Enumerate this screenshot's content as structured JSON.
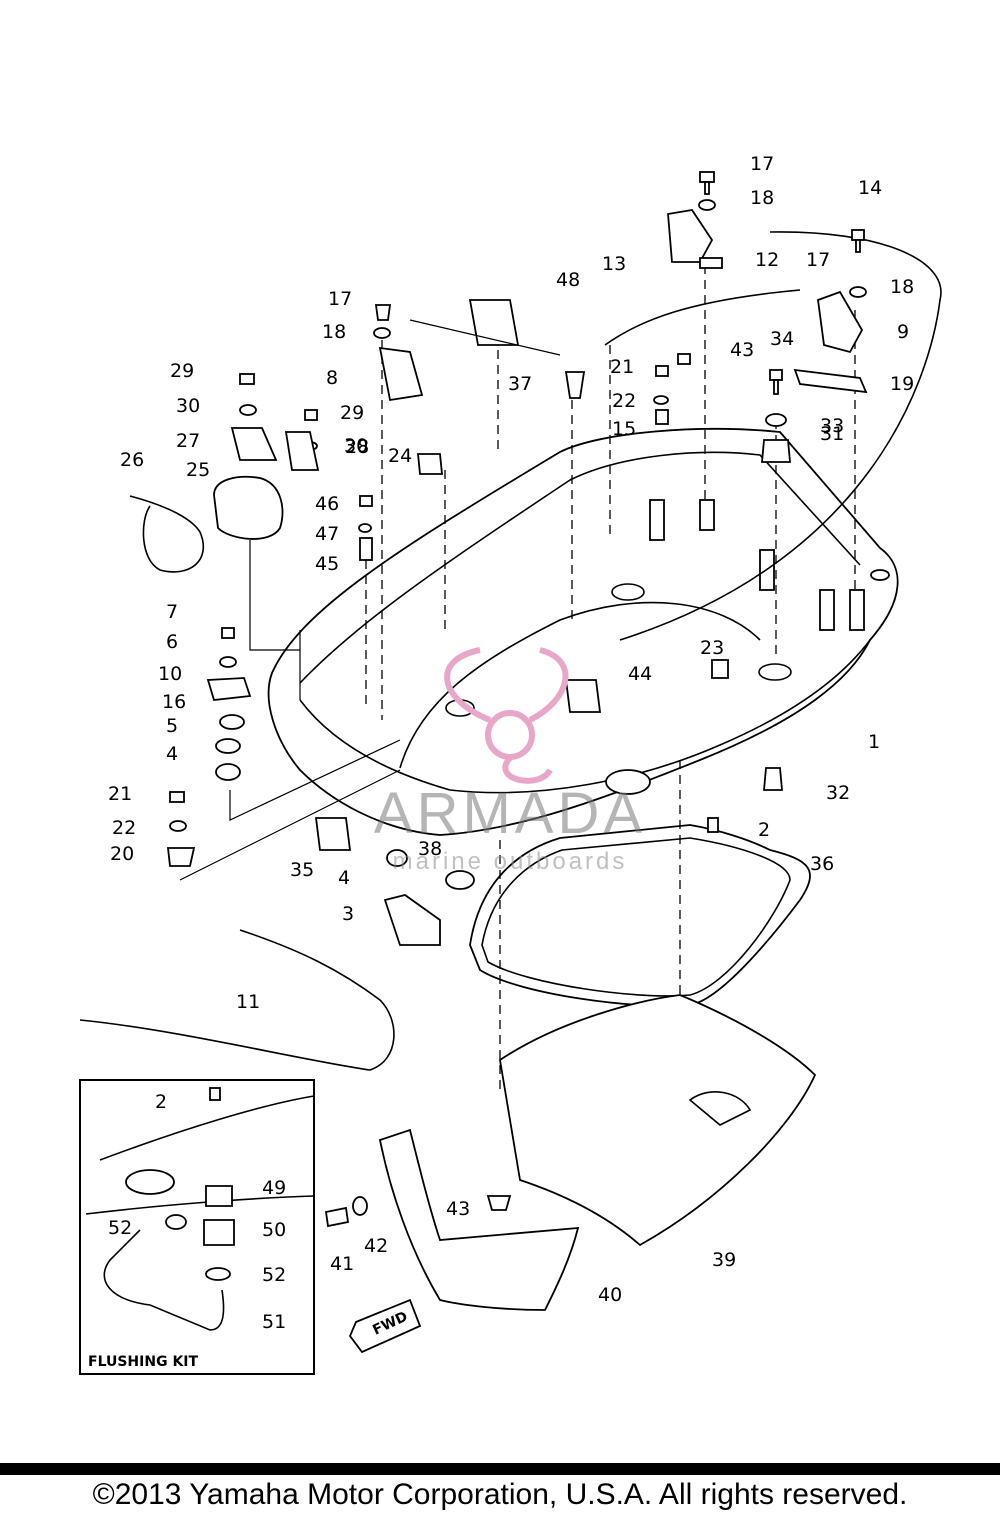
{
  "callouts": [
    "1",
    "2",
    "3",
    "4",
    "5",
    "6",
    "7",
    "8",
    "9",
    "10",
    "11",
    "12",
    "13",
    "14",
    "15",
    "16",
    "17",
    "18",
    "19",
    "20",
    "21",
    "22",
    "23",
    "24",
    "25",
    "26",
    "27",
    "28",
    "29",
    "30",
    "31",
    "32",
    "33",
    "34",
    "35",
    "36",
    "37",
    "38",
    "39",
    "40",
    "41",
    "42",
    "43",
    "44",
    "45",
    "46",
    "47",
    "48",
    "49",
    "50",
    "51",
    "52"
  ],
  "inset": {
    "title": "FLUSHING KIT"
  },
  "fwd_label": "FWD",
  "watermark": {
    "word": "ARMADA",
    "tagline": "marine outboards",
    "accent_color": "#e8a7c8"
  },
  "footer": {
    "copyright": "©2013 Yamaha Motor Corporation, U.S.A. All rights reserved."
  }
}
